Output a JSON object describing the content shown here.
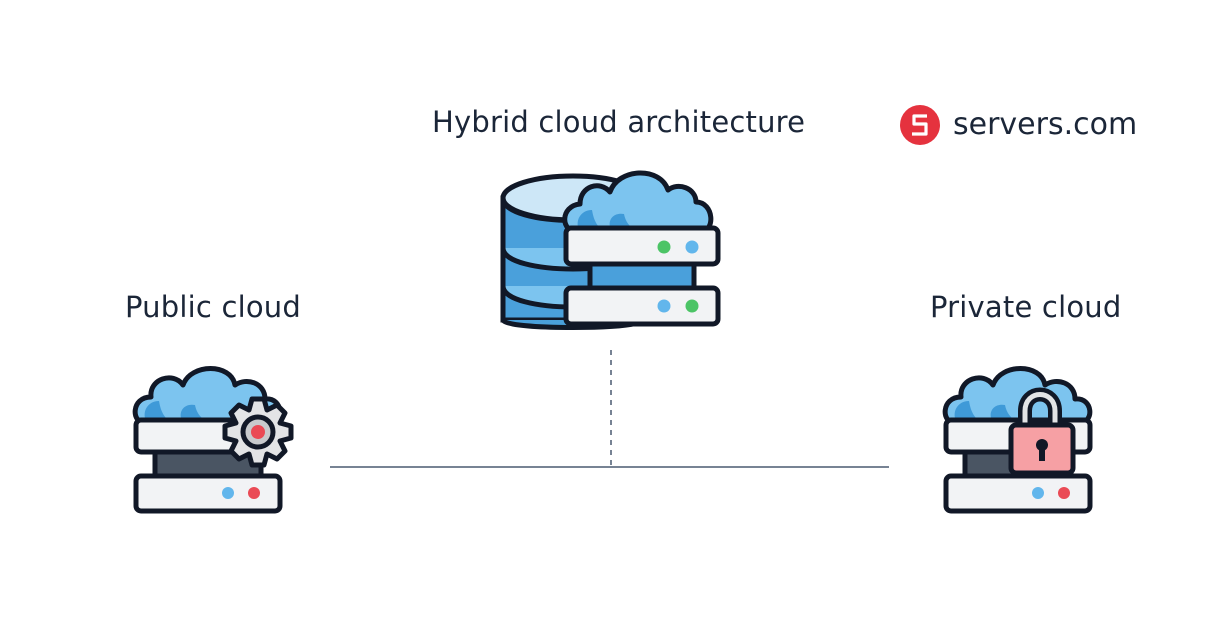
{
  "diagram": {
    "title": "Hybrid cloud architecture",
    "nodes": {
      "public": {
        "label": "Public cloud"
      },
      "hybrid": {
        "label": ""
      },
      "private": {
        "label": "Private cloud"
      }
    }
  },
  "brand": {
    "name": "servers.com",
    "logo_color": "#e5323e"
  },
  "colors": {
    "outline": "#111827",
    "cloud_light": "#7cc4ef",
    "cloud_dark": "#3f9ad8",
    "server_face": "#f2f3f5",
    "server_dark": "#4a5563",
    "led_blue": "#62b6ec",
    "led_green": "#4cc466",
    "led_red": "#ea4a55",
    "lock_pink": "#f6a0a4",
    "connector": "#4a5a70"
  }
}
